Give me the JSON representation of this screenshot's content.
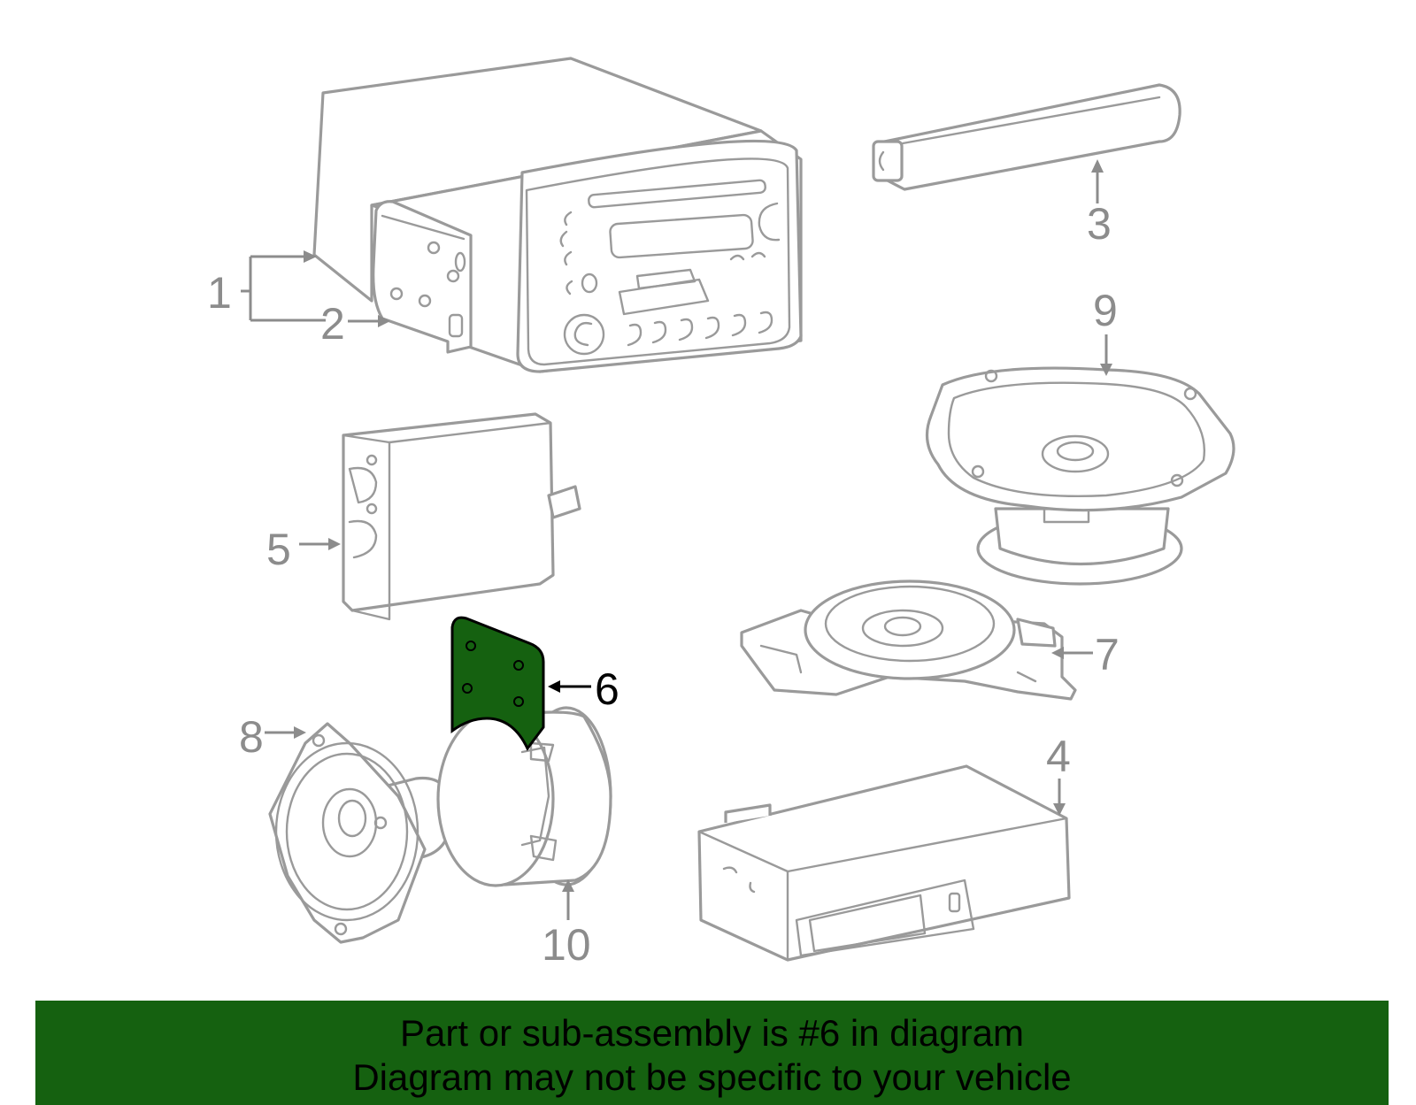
{
  "diagram": {
    "highlight_color": "#156110",
    "callouts": [
      "1",
      "2",
      "3",
      "4",
      "5",
      "6",
      "7",
      "8",
      "9",
      "10"
    ],
    "highlighted_callout": "6"
  },
  "banner": {
    "line1": "Part or sub-assembly is #6 in diagram",
    "line2": "Diagram may not be specific to your vehicle",
    "background": "#156110"
  }
}
